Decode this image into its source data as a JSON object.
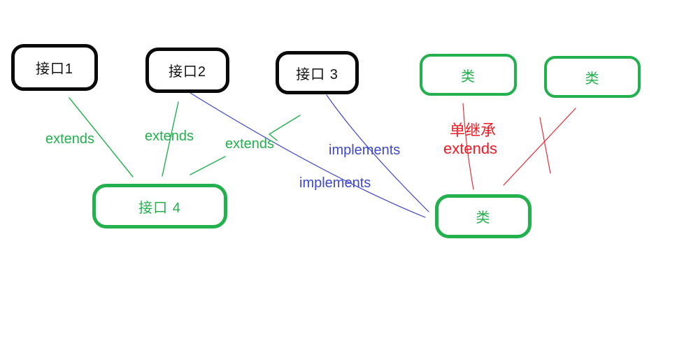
{
  "colors": {
    "green": "#22B14C",
    "blue": "#3F48CC",
    "red": "#ED1C24",
    "box_black": "#0a0a0a",
    "background": "#ffffff"
  },
  "nodes": {
    "interface1": {
      "label": "接口1"
    },
    "interface2": {
      "label": "接口2"
    },
    "interface3": {
      "label": "接口 3"
    },
    "interface4": {
      "label": "接口 4"
    },
    "class_top_left": {
      "label": "类"
    },
    "class_top_right": {
      "label": "类"
    },
    "class_bottom": {
      "label": "类"
    }
  },
  "edge_labels": {
    "extends_interface1": "extends",
    "extends_interface2": "extends",
    "extends_interface3": "extends",
    "implements_upper": "implements",
    "implements_lower": "implements",
    "single_inheritance_note": "单继承",
    "extends_class": "extends"
  }
}
